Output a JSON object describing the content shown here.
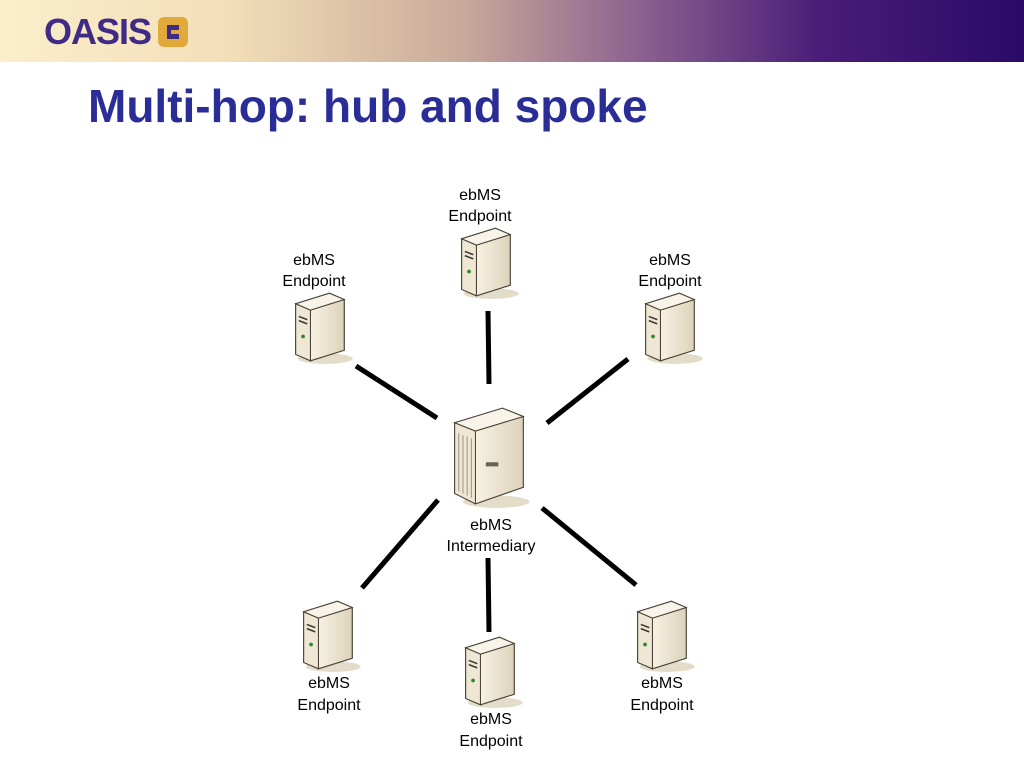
{
  "header": {
    "logo_text": "OASIS",
    "title": "Multi-hop: hub and spoke"
  },
  "colors": {
    "title": "#2b2d97",
    "logo": "#3f2a86",
    "logo_mark": "#e1a83a",
    "connector": "#000000",
    "server_body": "#efe7d3",
    "server_shadow": "#d6cdb3"
  },
  "diagram": {
    "hub": {
      "label_line1": "ebMS",
      "label_line2": "Intermediary",
      "icon": "server-tower-icon"
    },
    "endpoints": [
      {
        "id": "top",
        "label_line1": "ebMS",
        "label_line2": "Endpoint",
        "icon": "server-icon"
      },
      {
        "id": "upper-left",
        "label_line1": "ebMS",
        "label_line2": "Endpoint",
        "icon": "server-icon"
      },
      {
        "id": "upper-right",
        "label_line1": "ebMS",
        "label_line2": "Endpoint",
        "icon": "server-icon"
      },
      {
        "id": "lower-left",
        "label_line1": "ebMS",
        "label_line2": "Endpoint",
        "icon": "server-icon"
      },
      {
        "id": "bottom",
        "label_line1": "ebMS",
        "label_line2": "Endpoint",
        "icon": "server-icon"
      },
      {
        "id": "lower-right",
        "label_line1": "ebMS",
        "label_line2": "Endpoint",
        "icon": "server-icon"
      }
    ]
  }
}
